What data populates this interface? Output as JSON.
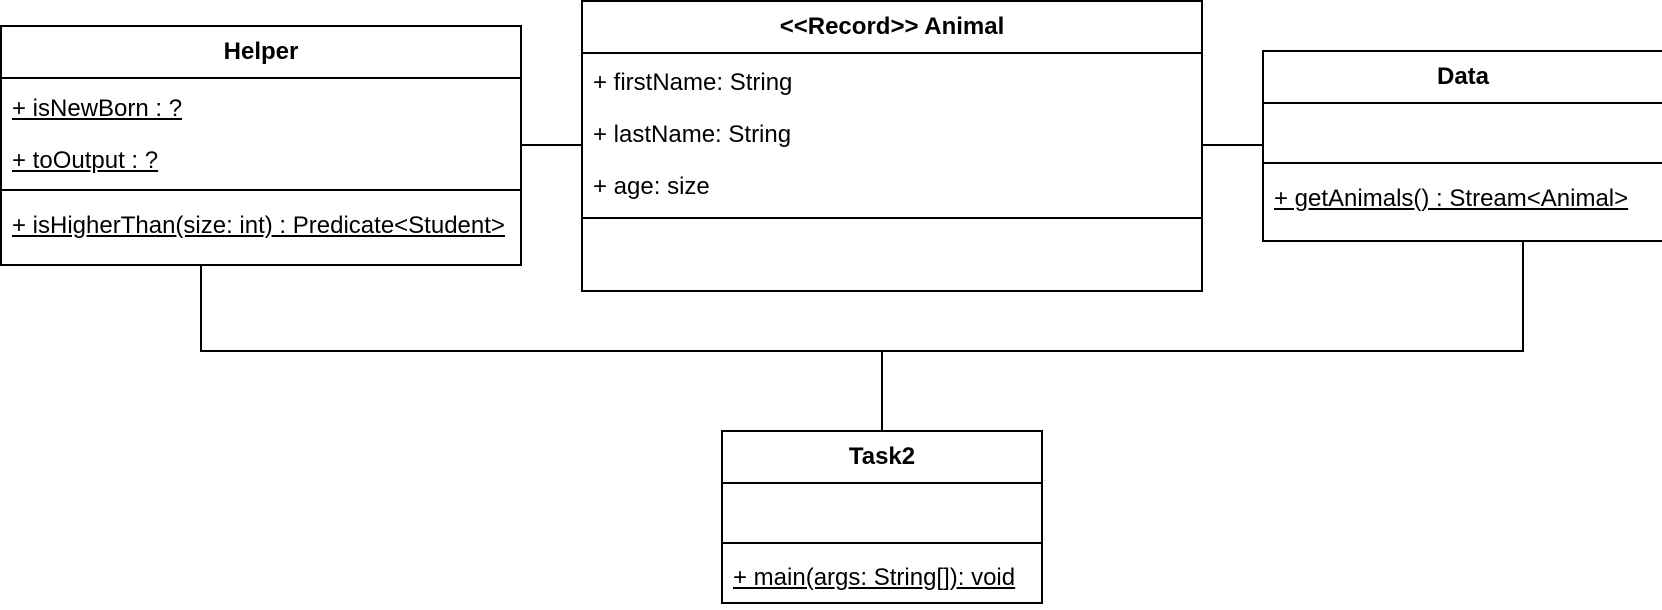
{
  "classes": {
    "helper": {
      "title": "Helper",
      "attributes": [
        "+ isNewBorn : ?",
        "+ toOutput : ?"
      ],
      "operations": [
        "+ isHigherThan(size: int) : Predicate<Student>"
      ]
    },
    "animal": {
      "title": "<<Record>> Animal",
      "attributes": [
        "+ firstName: String",
        "+ lastName: String",
        "+ age: size"
      ],
      "operations": []
    },
    "data": {
      "title": "Data",
      "attributes": [],
      "operations": [
        "+ getAnimals() : Stream<Animal>"
      ]
    },
    "task2": {
      "title": "Task2",
      "attributes": [],
      "operations": [
        "+ main(args: String[]): void"
      ]
    }
  },
  "connectors": [
    {
      "from": "Helper",
      "to": "<<Record>> Animal"
    },
    {
      "from": "<<Record>> Animal",
      "to": "Data"
    },
    {
      "from": "Helper",
      "to": "Task2"
    },
    {
      "from": "Data",
      "to": "Task2"
    }
  ],
  "colors": {
    "line": "#000000",
    "background": "#ffffff"
  }
}
